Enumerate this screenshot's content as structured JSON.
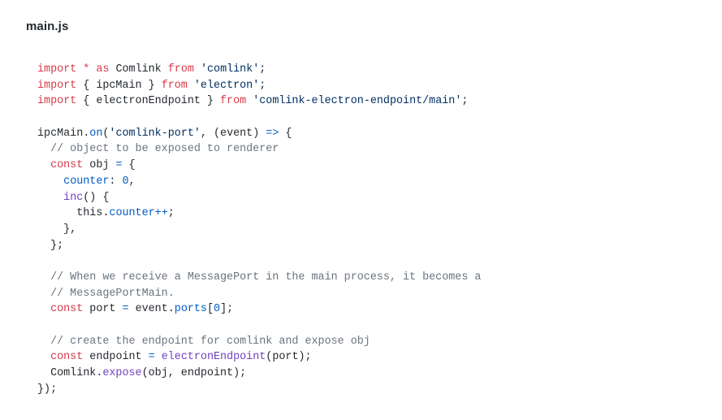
{
  "page": {
    "background": "#ffffff"
  },
  "header": {
    "title": "main.js"
  },
  "palette": {
    "keyword": "#d73a49",
    "string": "#032f62",
    "comment": "#6a737d",
    "constant": "#005cc5",
    "function": "#6f42c1",
    "plain": "#24292e"
  },
  "code": {
    "language": "javascript",
    "lines": [
      [
        {
          "t": "import",
          "c": "keyword"
        },
        {
          "t": " ",
          "c": "plain"
        },
        {
          "t": "*",
          "c": "keyword"
        },
        {
          "t": " ",
          "c": "plain"
        },
        {
          "t": "as",
          "c": "keyword"
        },
        {
          "t": " Comlink ",
          "c": "plain"
        },
        {
          "t": "from",
          "c": "keyword"
        },
        {
          "t": " ",
          "c": "plain"
        },
        {
          "t": "'comlink'",
          "c": "string"
        },
        {
          "t": ";",
          "c": "plain"
        }
      ],
      [
        {
          "t": "import",
          "c": "keyword"
        },
        {
          "t": " { ipcMain } ",
          "c": "plain"
        },
        {
          "t": "from",
          "c": "keyword"
        },
        {
          "t": " ",
          "c": "plain"
        },
        {
          "t": "'electron'",
          "c": "string"
        },
        {
          "t": ";",
          "c": "plain"
        }
      ],
      [
        {
          "t": "import",
          "c": "keyword"
        },
        {
          "t": " { electronEndpoint } ",
          "c": "plain"
        },
        {
          "t": "from",
          "c": "keyword"
        },
        {
          "t": " ",
          "c": "plain"
        },
        {
          "t": "'comlink-electron-endpoint/main'",
          "c": "string"
        },
        {
          "t": ";",
          "c": "plain"
        }
      ],
      [],
      [
        {
          "t": "ipcMain.",
          "c": "plain"
        },
        {
          "t": "on",
          "c": "constant"
        },
        {
          "t": "(",
          "c": "plain"
        },
        {
          "t": "'comlink-port'",
          "c": "string"
        },
        {
          "t": ", (event) ",
          "c": "plain"
        },
        {
          "t": "=>",
          "c": "constant"
        },
        {
          "t": " {",
          "c": "plain"
        }
      ],
      [
        {
          "t": "  // object to be exposed to renderer",
          "c": "comment"
        }
      ],
      [
        {
          "t": "  ",
          "c": "plain"
        },
        {
          "t": "const",
          "c": "keyword"
        },
        {
          "t": " obj ",
          "c": "plain"
        },
        {
          "t": "=",
          "c": "constant"
        },
        {
          "t": " {",
          "c": "plain"
        }
      ],
      [
        {
          "t": "    ",
          "c": "plain"
        },
        {
          "t": "counter",
          "c": "constant"
        },
        {
          "t": ": ",
          "c": "plain"
        },
        {
          "t": "0",
          "c": "constant"
        },
        {
          "t": ",",
          "c": "plain"
        }
      ],
      [
        {
          "t": "    ",
          "c": "plain"
        },
        {
          "t": "inc",
          "c": "function"
        },
        {
          "t": "() {",
          "c": "plain"
        }
      ],
      [
        {
          "t": "      this.",
          "c": "plain"
        },
        {
          "t": "counter",
          "c": "constant"
        },
        {
          "t": "++",
          "c": "constant"
        },
        {
          "t": ";",
          "c": "plain"
        }
      ],
      [
        {
          "t": "    },",
          "c": "plain"
        }
      ],
      [
        {
          "t": "  };",
          "c": "plain"
        }
      ],
      [],
      [
        {
          "t": "  // When we receive a MessagePort in the main process, it becomes a",
          "c": "comment"
        }
      ],
      [
        {
          "t": "  // MessagePortMain.",
          "c": "comment"
        }
      ],
      [
        {
          "t": "  ",
          "c": "plain"
        },
        {
          "t": "const",
          "c": "keyword"
        },
        {
          "t": " port ",
          "c": "plain"
        },
        {
          "t": "=",
          "c": "constant"
        },
        {
          "t": " event.",
          "c": "plain"
        },
        {
          "t": "ports",
          "c": "constant"
        },
        {
          "t": "[",
          "c": "plain"
        },
        {
          "t": "0",
          "c": "constant"
        },
        {
          "t": "];",
          "c": "plain"
        }
      ],
      [],
      [
        {
          "t": "  // create the endpoint for comlink and expose obj",
          "c": "comment"
        }
      ],
      [
        {
          "t": "  ",
          "c": "plain"
        },
        {
          "t": "const",
          "c": "keyword"
        },
        {
          "t": " endpoint ",
          "c": "plain"
        },
        {
          "t": "=",
          "c": "constant"
        },
        {
          "t": " ",
          "c": "plain"
        },
        {
          "t": "electronEndpoint",
          "c": "function"
        },
        {
          "t": "(port);",
          "c": "plain"
        }
      ],
      [
        {
          "t": "  Comlink.",
          "c": "plain"
        },
        {
          "t": "expose",
          "c": "function"
        },
        {
          "t": "(obj, endpoint);",
          "c": "plain"
        }
      ],
      [
        {
          "t": "});",
          "c": "plain"
        }
      ]
    ]
  }
}
